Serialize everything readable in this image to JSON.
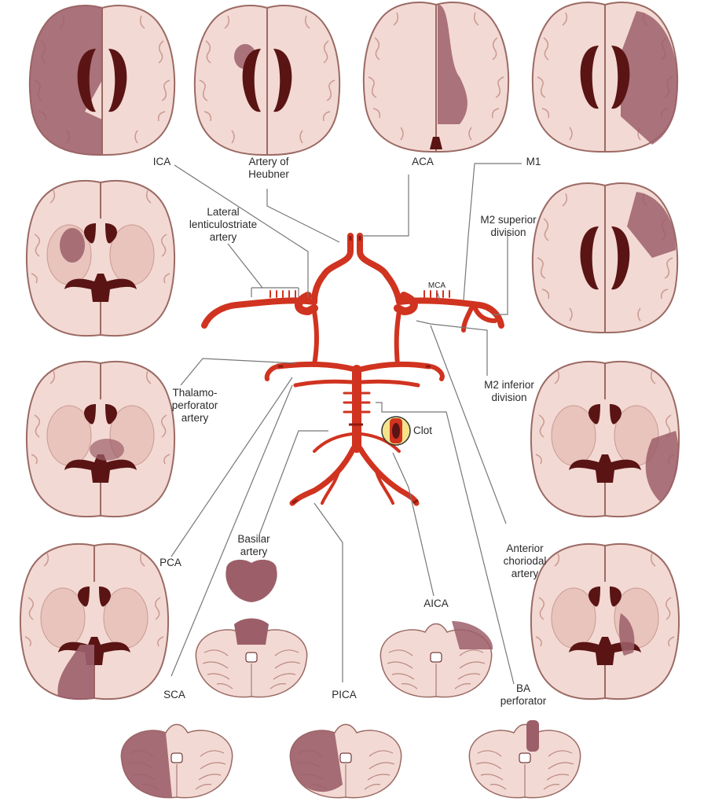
{
  "figure": {
    "labels": {
      "ica": "ICA",
      "heubner": "Artery of\nHeubner",
      "aca": "ACA",
      "m1": "M1",
      "lenticulostriate": "Lateral\nlenticulostriate\nartery",
      "m2_superior": "M2 superior\ndivision",
      "mca": "MCA",
      "thalamo": "Thalamo-\nperforator\nartery",
      "m2_inferior": "M2 inferior\ndivision",
      "clot": "Clot",
      "pca": "PCA",
      "basilar": "Basilar\nartery",
      "anterior_choroidal": "Anterior\nchoriodal\nartery",
      "aica": "AICA",
      "sca": "SCA",
      "pica": "PICA",
      "ba_perforator": "BA\nperforator"
    },
    "colors": {
      "brain": "#f3d9d3",
      "brain_outline": "#9b6a64",
      "infarct": "#9c5f6a",
      "ventricle": "#5a1414",
      "artery": "#d0331f",
      "artery_dark": "#8e1a10",
      "leader": "#777777"
    },
    "icons": [
      "brain-axial-slice",
      "brainstem-cerebellum-slice",
      "clot-magnifier"
    ]
  }
}
